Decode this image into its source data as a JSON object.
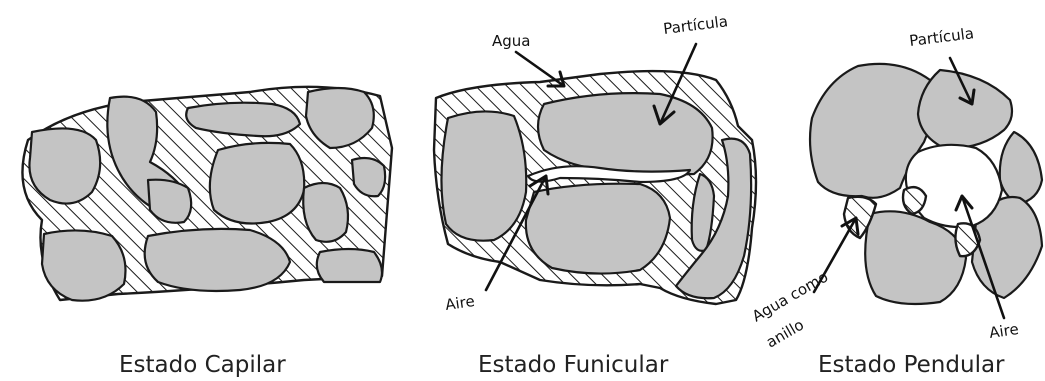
{
  "panels": [
    {
      "id": "capilar",
      "caption": "Estado Capilar"
    },
    {
      "id": "funicular",
      "caption": "Estado Funicular",
      "labels": {
        "agua": "Agua",
        "particula": "Partícula",
        "aire": "Aire"
      }
    },
    {
      "id": "pendular",
      "caption": "Estado Pendular",
      "labels": {
        "particula": "Partícula",
        "agua_line1": "Agua como",
        "agua_line2": "anillo",
        "aire": "Aire"
      }
    }
  ],
  "legend_semantics": {
    "grain_color": "#c4c4c4",
    "water_pattern": "diagonal-hatch",
    "outline_color": "#1a1a1a"
  }
}
